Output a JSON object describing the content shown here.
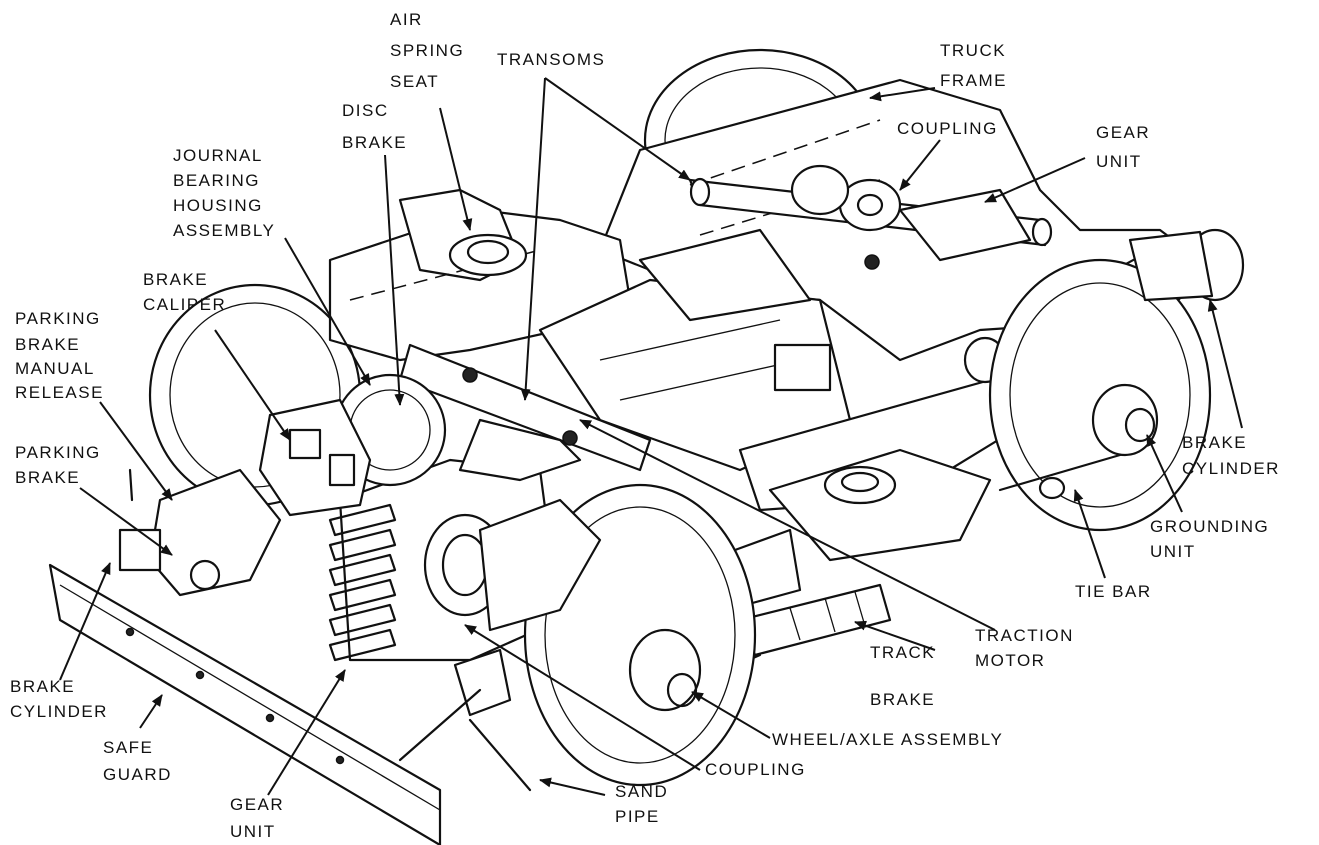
{
  "colors": {
    "ink": "#111111",
    "background": "#ffffff"
  },
  "labels": {
    "air_spring_seat": [
      "AIR",
      "SPRING",
      "SEAT"
    ],
    "transoms": [
      "TRANSOMS"
    ],
    "truck_frame": [
      "TRUCK",
      "FRAME"
    ],
    "disc_brake": [
      "DISC",
      "BRAKE"
    ],
    "coupling_top": [
      "COUPLING"
    ],
    "gear_unit_top": [
      "GEAR",
      "UNIT"
    ],
    "journal_bearing": [
      "JOURNAL",
      "BEARING",
      "HOUSING",
      "ASSEMBLY"
    ],
    "brake_caliper": [
      "BRAKE",
      "CALIPER"
    ],
    "parking_brake_manual_release": [
      "PARKING",
      "BRAKE",
      "MANUAL",
      "RELEASE"
    ],
    "parking_brake": [
      "PARKING",
      "BRAKE"
    ],
    "brake_cylinder_right": [
      "BRAKE",
      "CYLINDER"
    ],
    "grounding_unit": [
      "GROUNDING",
      "UNIT"
    ],
    "tie_bar": [
      "TIE BAR"
    ],
    "traction_motor": [
      "TRACTION",
      "MOTOR"
    ],
    "track_brake": [
      "TRACK",
      "BRAKE"
    ],
    "brake_cylinder_left": [
      "BRAKE",
      "CYLINDER"
    ],
    "safe_guard": [
      "SAFE",
      "GUARD"
    ],
    "wheel_axle": [
      "WHEEL/AXLE ASSEMBLY"
    ],
    "coupling_bottom": [
      "COUPLING"
    ],
    "sand_pipe": [
      "SAND",
      "PIPE"
    ],
    "gear_unit_bottom": [
      "GEAR",
      "UNIT"
    ]
  }
}
